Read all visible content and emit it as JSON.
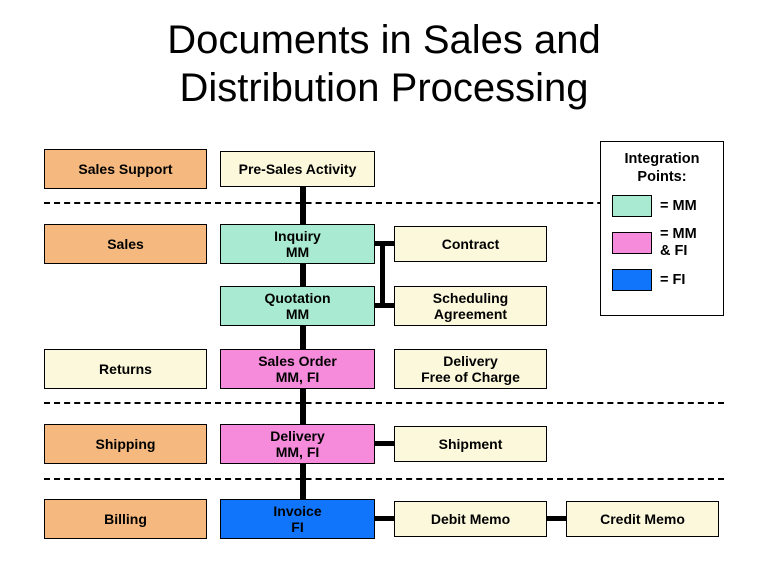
{
  "title": {
    "line1": "Documents in Sales and",
    "line2": "Distribution Processing"
  },
  "colors": {
    "orange": "#F5B97F",
    "cream": "#FBF8DC",
    "mint": "#A9EBD2",
    "magenta": "#F68BDC",
    "blue": "#1175FB",
    "outline": "#000000",
    "background": "#FFFFFF"
  },
  "stages": [
    {
      "label": "Sales Support",
      "fill": "#F5B97F"
    },
    {
      "label": "Sales",
      "fill": "#F5B97F"
    },
    {
      "label": "Returns",
      "fill": "#FBF8DC"
    },
    {
      "label": "Shipping",
      "fill": "#F5B97F"
    },
    {
      "label": "Billing",
      "fill": "#F5B97F"
    }
  ],
  "documents": [
    {
      "line1": "Pre-Sales Activity",
      "line2": "",
      "fill": "#FBF8DC"
    },
    {
      "line1": "Inquiry",
      "line2": "MM",
      "fill": "#A9EBD2"
    },
    {
      "line1": "Contract",
      "line2": "",
      "fill": "#FBF8DC"
    },
    {
      "line1": "Quotation",
      "line2": "MM",
      "fill": "#A9EBD2"
    },
    {
      "line1": "Scheduling",
      "line2": "Agreement",
      "fill": "#FBF8DC"
    },
    {
      "line1": "Sales Order",
      "line2": "MM, FI",
      "fill": "#F68BDC"
    },
    {
      "line1": "Delivery",
      "line2": "Free of Charge",
      "fill": "#FBF8DC"
    },
    {
      "line1": "Delivery",
      "line2": "MM, FI",
      "fill": "#F68BDC"
    },
    {
      "line1": "Shipment",
      "line2": "",
      "fill": "#FBF8DC"
    },
    {
      "line1": "Invoice",
      "line2": "FI",
      "fill": "#1175FB"
    },
    {
      "line1": "Debit Memo",
      "line2": "",
      "fill": "#FBF8DC"
    },
    {
      "line1": "Credit Memo",
      "line2": "",
      "fill": "#FBF8DC"
    }
  ],
  "legend": {
    "title_line1": "Integration",
    "title_line2": "Points:",
    "rows": [
      {
        "swatch": "#A9EBD2",
        "label": "= MM"
      },
      {
        "swatch": "#F68BDC",
        "label": "= MM\n  & FI"
      },
      {
        "swatch": "#1175FB",
        "label": "= FI"
      }
    ]
  }
}
